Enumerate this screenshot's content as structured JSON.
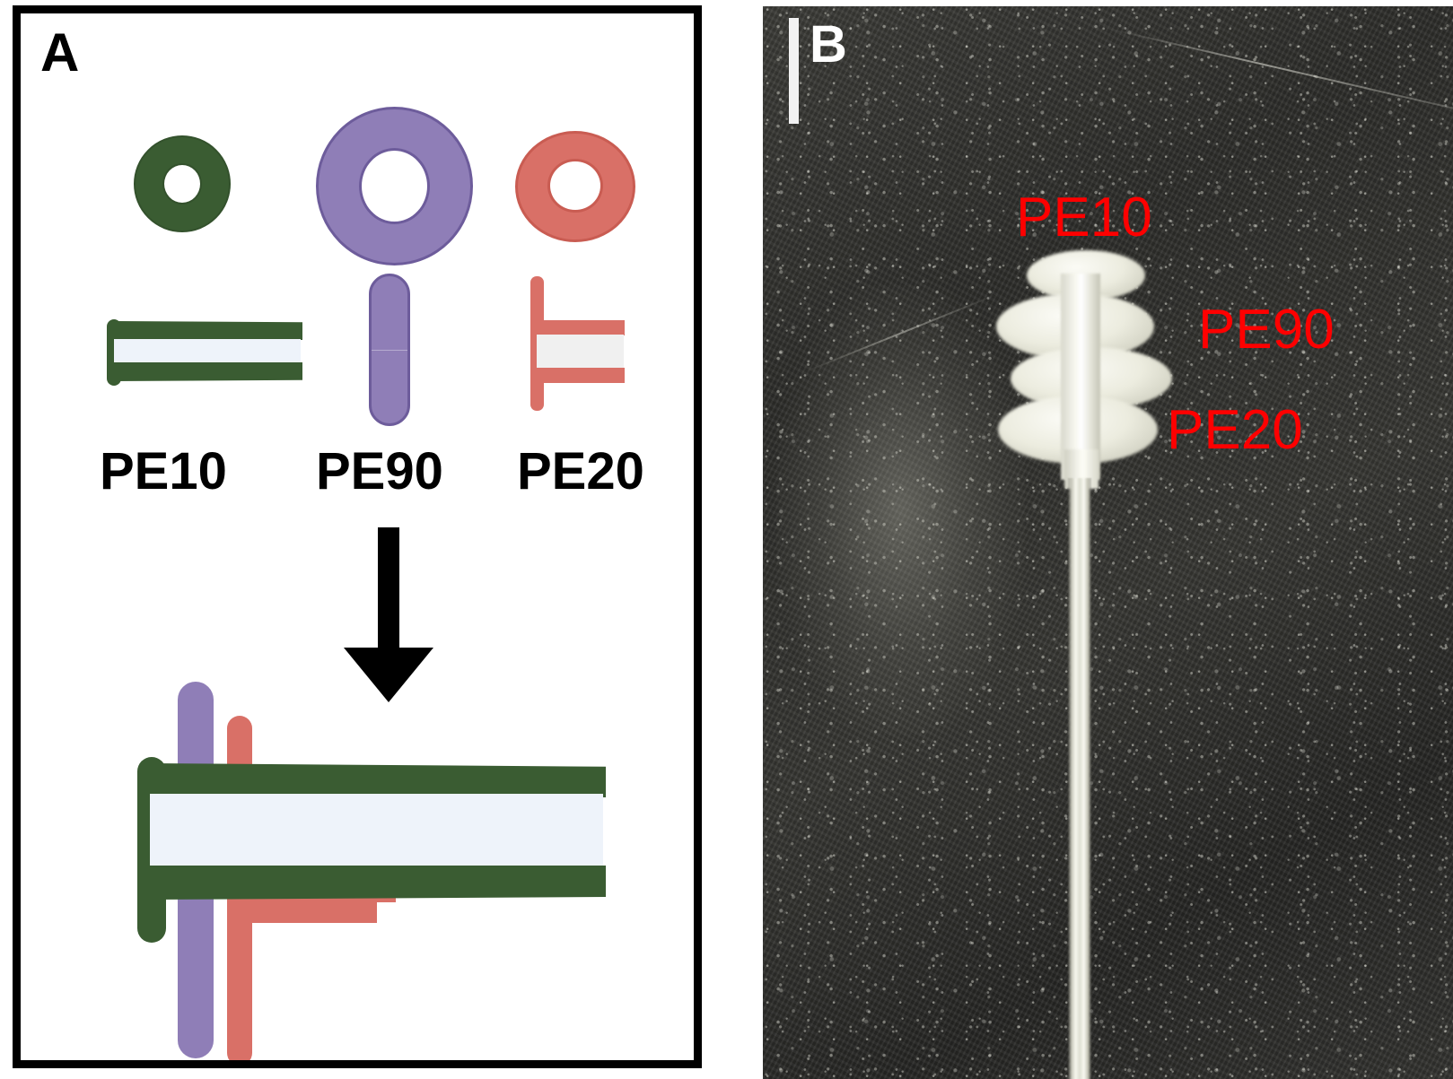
{
  "figure": {
    "panels": [
      {
        "id": "A",
        "label": "A",
        "type": "schematic-diagram"
      },
      {
        "id": "B",
        "label": "B",
        "type": "photograph"
      }
    ]
  },
  "panel_a": {
    "label": "A",
    "components": [
      {
        "name": "PE10",
        "caption": "PE10",
        "color": "#3a5c32",
        "outline": "#33512c",
        "cross_section": "ring",
        "side_view": "long-horizontal-tube-with-lumen",
        "lumen_color": "#eef3fa",
        "relative_size": "smallest-diameter"
      },
      {
        "name": "PE90",
        "caption": "PE90",
        "color": "#8f7eb7",
        "outline": "#6d5c9b",
        "cross_section": "ring",
        "side_view": "vertical-rounded-capsule",
        "lumen_color": "none",
        "relative_size": "largest-diameter"
      },
      {
        "name": "PE20",
        "caption": "PE20",
        "color": "#d97067",
        "outline": "#c95c52",
        "cross_section": "ring",
        "side_view": "short-horizontal-tube-with-lumen",
        "lumen_color": "#f0f0f0",
        "relative_size": "medium-diameter"
      }
    ],
    "arrow": {
      "direction": "down",
      "color": "#000000",
      "meaning": "assembly"
    },
    "assembly": {
      "description": "PE10 inner tube passing through PE20 and PE90 collars",
      "layer_order": [
        "PE90",
        "PE20",
        "PE10"
      ],
      "lumen_color": "#eef3fa"
    }
  },
  "panel_b": {
    "label": "B",
    "labels": [
      {
        "text": "PE10",
        "color": "#ff0000"
      },
      {
        "text": "PE90",
        "color": "#ff0000"
      },
      {
        "text": "PE20",
        "color": "#ff0000"
      }
    ],
    "photo": {
      "subject": "assembled polyethylene catheter tip with three stacked collars",
      "background": "dark textured surface"
    }
  }
}
